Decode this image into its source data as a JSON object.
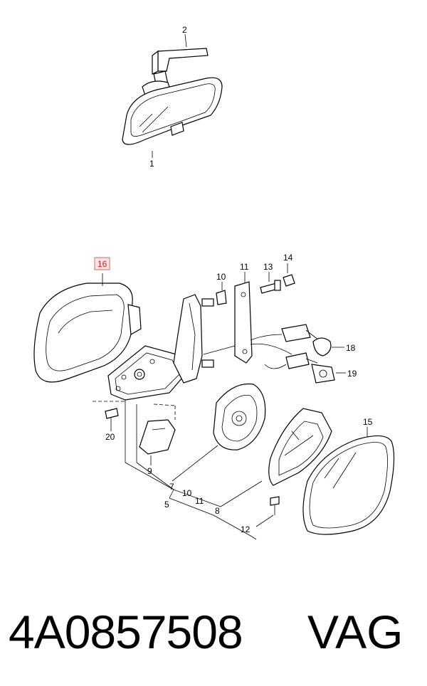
{
  "callouts": {
    "c1": "1",
    "c2": "2",
    "c5": "5",
    "c7": "7",
    "c8": "8",
    "c9": "9",
    "c10a": "10",
    "c10b": "10",
    "c11a": "11",
    "c11b": "11",
    "c12": "12",
    "c13": "13",
    "c14": "14",
    "c15": "15",
    "c16": "16",
    "c18": "18",
    "c19": "19",
    "c20": "20"
  },
  "highlighted_callout": "16",
  "footer": {
    "part_number": "4A0857508",
    "brand": "VAG"
  },
  "colors": {
    "highlight_fill": "#fbe3e3",
    "highlight_stroke": "#d46a6a",
    "line": "#000000"
  }
}
